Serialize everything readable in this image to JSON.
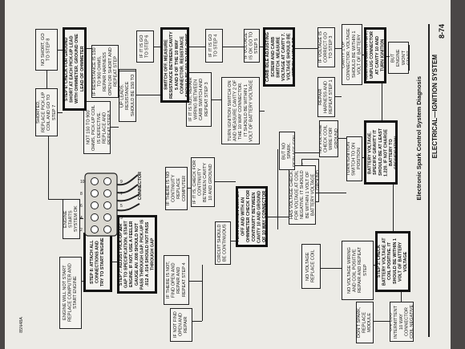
{
  "page": {
    "number": "8-74",
    "section": "ELECTRICAL—IGNITION SYSTEM",
    "title": "Electronic Spark Control System Diagnosis",
    "figure_id": "85N48A"
  },
  "boxes": {
    "has_spark_but_engine_wont_start": "HAS SPARK BUT ENGINE WON'T START",
    "step1": "STEP 1: TURN IGNITION SWITCH OFF, UNPLUG CONNECTOR AT CAVITY 10 AND TURN IGNITION SWITCH ON",
    "measure_voltage_cavity1": "MEASURE VOLTAGE AT CAVITY 1 OF CONNECTOR. VOLTAGE SHOULD BE WITHIN 1 VOLT OF BATTERY VOLTAGE",
    "if_voltage_correct": "IF VOLTAGE IS CORRECT GO TO STEP 3",
    "repair_harness": "REPAIR HARNESS AND REPEAT STEP 1",
    "step2": "STEP 2: PLACE A THIN INSULATOR BETWEEN CARB IDLE ADJUSTING SCREW AND CARB SWITCH. MEASURE VOLTAGE AT CAVITY 7. VOLTAGE SHOULD BE WITHIN 1 VOLT OF BATTERY VOLTAGE",
    "if_voltage_ok": "IF VOLTAGE IS OK GO TO STEP 5",
    "turn_ignition_on_cavity2": "TURN IGNITION SWITCH ON AND MEASURE CAVITY 2 OF THE 10 WAY CONNECTOR. IT SHOULD BE WITHIN 1 VOLT OF BATTERY VOLTAGE",
    "if_it_is_go_step4": "IF IT IS GO TO STEP 4",
    "if_not_repair_wiring": "IF IT IS NOT, REPAIR WIRING BETWEEN CARB SWITCH AND REPEAT STEP 3",
    "step5": "STEP 5: TURN IGNITION SWITCH OFF. MEASURE RESISTANCE BETWEEN CAVITY 5 AND 9 OF THE 10 WAY CONNECTOR. RESISTANCE SHOULD BE 150 TO 900 OHMS",
    "if_it_is_go_step6": "IF IT IS GO TO STEP 6",
    "disconnect_pickup": "DISCONNECT PICK-UP LEADS. RESISTANCE SHOULD BE 150 TO 900 OHMS",
    "if_resistance_150": "IF RESISTANCE IS 150 TO 900 OHMS, REPAIR HARNESS OPEN OR SHORT AND REPEAT STEP",
    "if_not_150": "IF RESISTANCE IS NOT 150 TO 900 OHMS, PICK-UP COIL IS DEFECTIVE. REPLACE AND REPEAT STEP 5",
    "step6": "STEP 6: CHECK FOR GROUND SHORT AT EACH PICK-UP LEAD WITH OHMMETER. GROUND ONE LEAD OF OHMMETER",
    "no_short_step8": "NO SHORT, GO TO STEP 8",
    "shorted_replace": "SHORTED, REPLACE PICK-UP COIL AND GO TO STEP 7",
    "measure_record_battery": "MEASURE AND RECORD BATTERY VOLTAGE. SPECIFIC GRAVITY IT SHOULD BE AT LEAST 1.220. IF NOT CHARGE BATTERY TO SPECIFICATION",
    "turn_ignition_on_position": "TURN IGNITION SWITCH TO ON POSITION",
    "no_voltage_coil_wire": "NO VOLTAGE CHECK COIL WIRE FOR GROUND",
    "intermittently_short": "INTERMITTENTLY SHORT COIL NEGATIVE TO GROUND",
    "has_voltage_check": "HAS VOLTAGE CHECK FOR VOLTAGE AT COIL NEGATIVE. IT SHOULD BE WITHIN 1 VOLT OF BATTERY VOLTAGE",
    "has_voltage_no_spark": "HAS VOLTAGE BUT NO SPARK. REPLACE COIL",
    "check_continuity": "IF IT IS, CHECK FOR CONTINUITY BETWEEN CAVITY 10 AND GROUND",
    "if_no_continuity": "IF THERE IS NO CONTINUITY REPLACE COMPUTER",
    "turn_ignition_off_ohmmeter": "TURN IGNITION SWITCH OFF AND WITH AN OHMMETER CHECK FOR CONTINUITY BETWEEN CAVITY 10 AND GROUND OF 10 WAY CONNECTOR",
    "circuit_continuous": "CIRCUIT SHOULD BE CONTINUOUS",
    "if_not_find_open": "IF NOT FIND OPEN AND REPAIR",
    "if_no_find_repair4": "IF THERE IS NOT, FIND OPEN AND REPAIR AND REPEAT STEP 4",
    "step3_check_battery": "STEP 3: CHECK BATTERY VOLTAGE AT COIL POSITIVE. IT SHOULD BE WITHIN 1 VOLT OF BATTERY VOLTAGE",
    "no_voltage_wiring": "NO VOLTAGE WIRING AND COIL POSITIVE REPAIR AND REPEAT STEP",
    "no_voltage_replace_coil": "NO VOLTAGE REPLACE COIL",
    "has_no_spark": "HAS NO SPARK, UNPLUG INTERMITTENT 10 WAY CONNECTOR COIL NEGATIVE TO GROUND",
    "dont_spark_replace": "DON'T SPARK, REPLACE MODULE",
    "step7": "STEP 7: ADJUST PICK-UP AIR GAP TO SPECIFICATION. START ENGINE. IF NOT, USE A FEELER GAUGE AN .008 SHOULD NOT PASS THROUGH GAP. PICK-UP IS .012 A .014 SHOULD NOT PASS THROUGH GAP",
    "step8": "STEP 8: ATTACH ALL CONNECTIONS AND TRY TO START ENGINE",
    "engine_starts": "ENGINE STARTS SYSTEM OK",
    "engine_will_not_start": "ENGINE WILL NOT START REPLACE COMPUTER AND START ENGINE"
  },
  "connector": {
    "label": "CONNECTOR",
    "pins": [
      "10",
      "9",
      "8",
      "7",
      "6",
      "5",
      "4",
      "3",
      "2",
      "1"
    ]
  }
}
